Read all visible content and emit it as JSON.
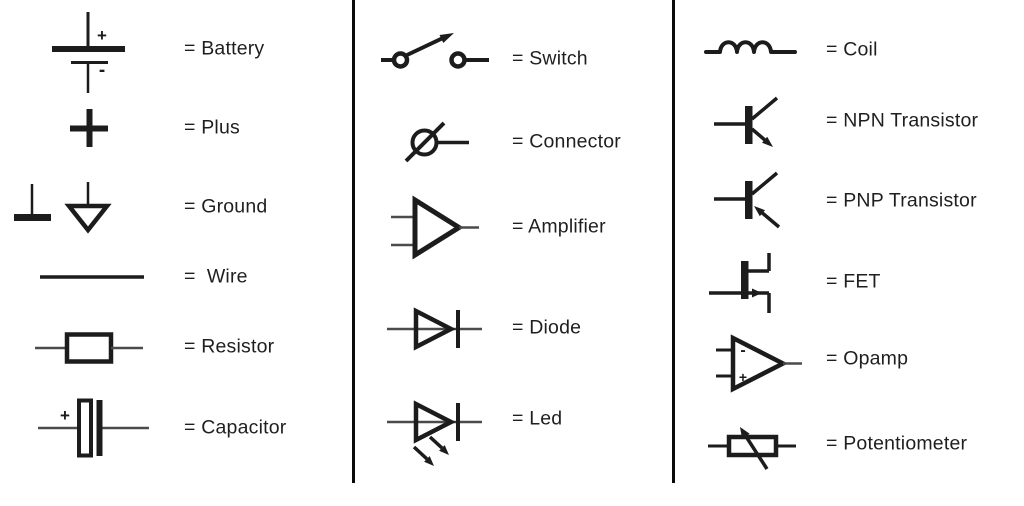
{
  "page": {
    "description": "Legend of electronic schematic symbols in three columns",
    "colors": {
      "background": "#ffffff",
      "symbol": "#1c1c1c",
      "lead": "#4b4b4b",
      "divider": "#0a0a0a",
      "label": "#1f1f1f"
    }
  },
  "symbols": {
    "battery": {
      "plus": "+",
      "minus": "-"
    },
    "capacitor": {
      "plus": "+"
    },
    "opamp": {
      "minus": "-",
      "plus": "+"
    }
  },
  "columns": [
    {
      "name": "left-column",
      "items": [
        {
          "icon": "battery-symbol",
          "label": "= Battery"
        },
        {
          "icon": "plus-symbol",
          "label": "= Plus"
        },
        {
          "icon": "ground-symbol",
          "label": "= Ground"
        },
        {
          "icon": "wire-symbol",
          "label": "=  Wire"
        },
        {
          "icon": "resistor-symbol",
          "label": "= Resistor"
        },
        {
          "icon": "capacitor-symbol",
          "label": "= Capacitor"
        }
      ]
    },
    {
      "name": "middle-column",
      "items": [
        {
          "icon": "switch-symbol",
          "label": "= Switch"
        },
        {
          "icon": "connector-symbol",
          "label": "= Connector"
        },
        {
          "icon": "amplifier-symbol",
          "label": "= Amplifier"
        },
        {
          "icon": "diode-symbol",
          "label": "= Diode"
        },
        {
          "icon": "led-symbol",
          "label": "= Led"
        }
      ]
    },
    {
      "name": "right-column",
      "items": [
        {
          "icon": "coil-symbol",
          "label": "= Coil"
        },
        {
          "icon": "npn-transistor-symbol",
          "label": "= NPN Transistor"
        },
        {
          "icon": "pnp-transistor-symbol",
          "label": "= PNP Transistor"
        },
        {
          "icon": "fet-symbol",
          "label": "= FET"
        },
        {
          "icon": "opamp-symbol",
          "label": "= Opamp"
        },
        {
          "icon": "potentiometer-symbol",
          "label": "= Potentiometer"
        }
      ]
    }
  ]
}
